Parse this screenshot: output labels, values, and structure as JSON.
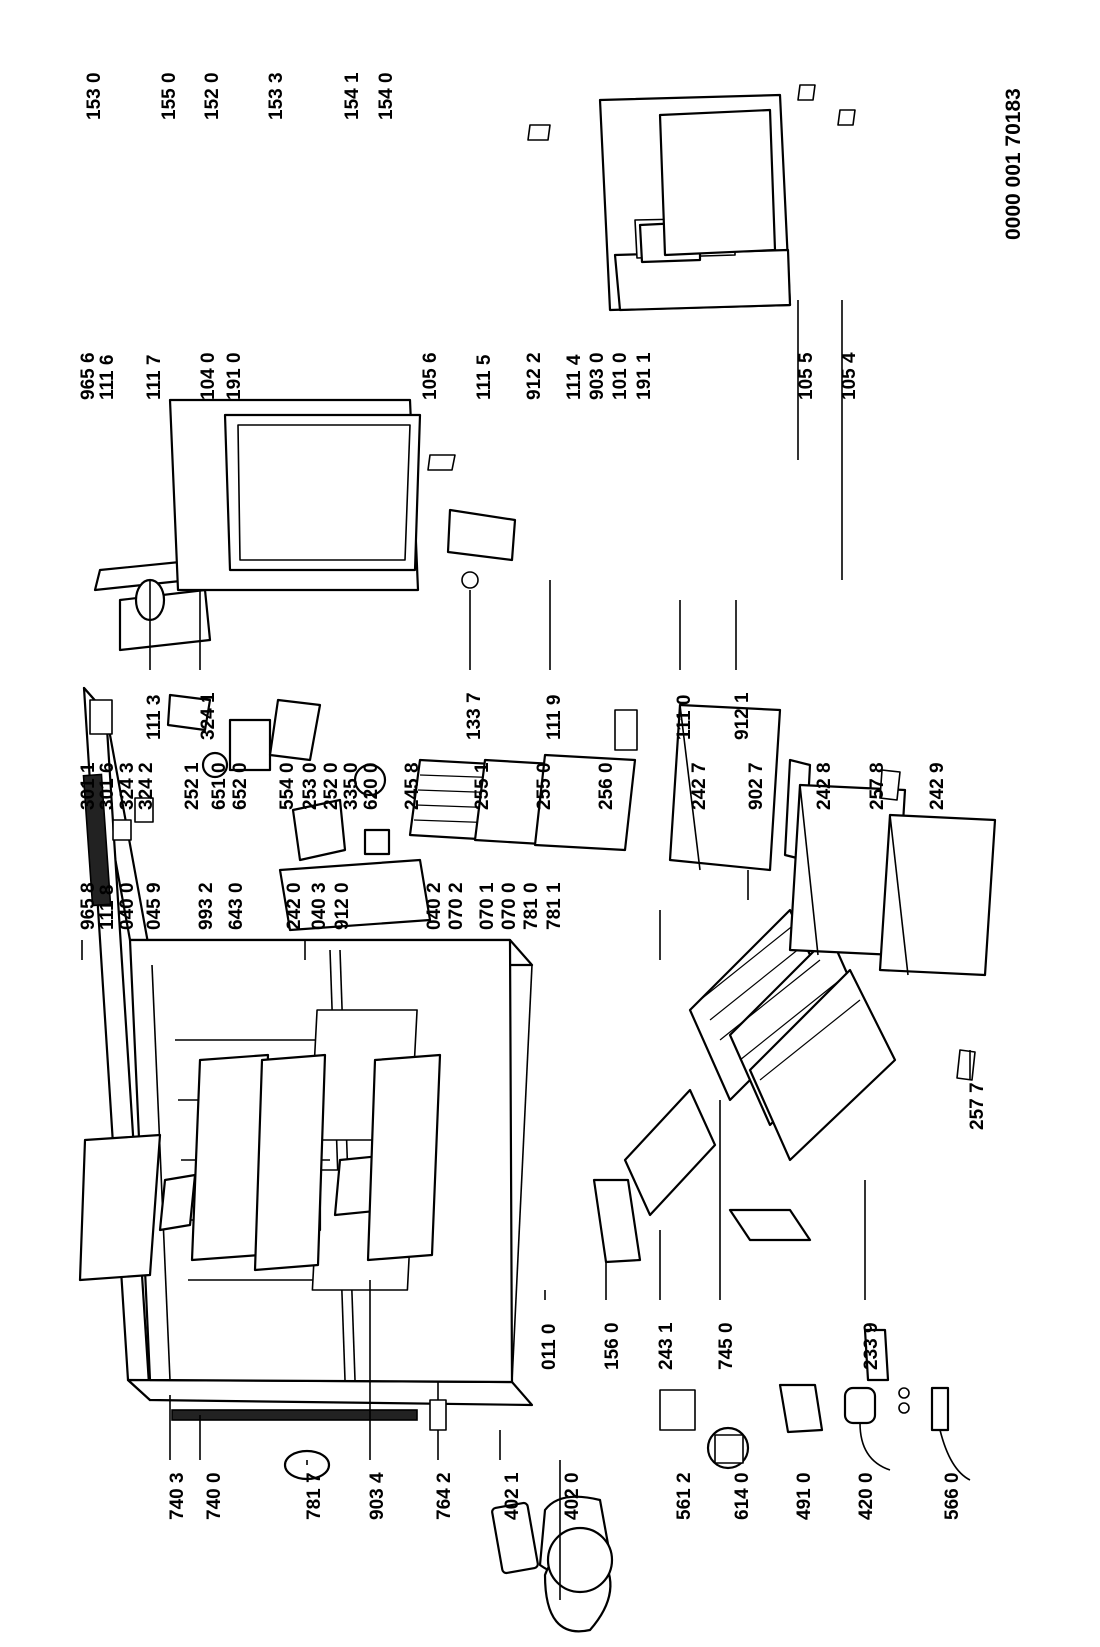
{
  "document_number": "0000 001 70183",
  "part_labels": [
    "740 3",
    "740 0",
    "781 7",
    "903 4",
    "764 2",
    "402 1",
    "402 0",
    "561 2",
    "614 0",
    "491 0",
    "420 0",
    "566 0",
    "011 0",
    "156 0",
    "243 1",
    "745 0",
    "233 9",
    "965 8",
    "111 8",
    "040 0",
    "045 9",
    "993 2",
    "643 0",
    "242 0",
    "040 3",
    "912 0",
    "040 2",
    "070 2",
    "070 1",
    "070 0",
    "781 0",
    "781 1",
    "301 1",
    "301 6",
    "324 3",
    "324 2",
    "252 1",
    "651 0",
    "652 0",
    "554 0",
    "253 0",
    "252 0",
    "335 0",
    "620 0",
    "245 8",
    "255 1",
    "255 0",
    "256 0",
    "242 7",
    "902 7",
    "242 8",
    "257 8",
    "242 9",
    "257 7",
    "111 3",
    "324 1",
    "133 7",
    "111 9",
    "111 0",
    "912 1",
    "965 6",
    "111 6",
    "111 7",
    "104 0",
    "191 0",
    "105 6",
    "111 5",
    "912 2",
    "111 4",
    "903 0",
    "101 0",
    "191 1",
    "105 5",
    "105 4",
    "153 0",
    "155 0",
    "152 0",
    "153 3",
    "154 1",
    "154 0"
  ]
}
